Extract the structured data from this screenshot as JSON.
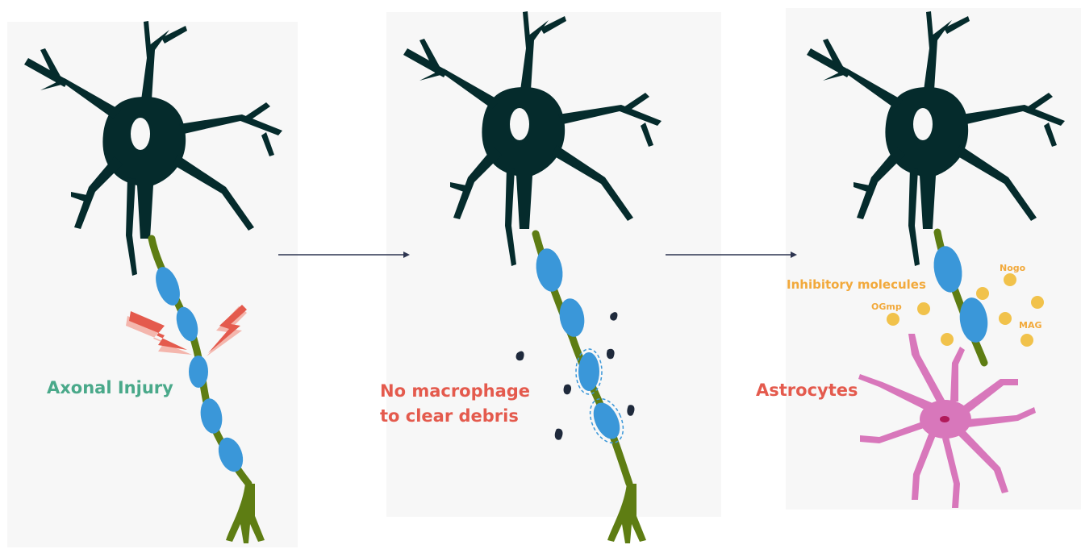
{
  "labels": {
    "axonal_injury": "Axonal Injury",
    "no_macrophage_line1": "No macrophage",
    "no_macrophage_line2": "to clear debris",
    "astrocytes": "Astrocytes",
    "inhibitory_molecules": "Inhibitory molecules",
    "nogo": "Nogo",
    "ogmp": "OGmp",
    "mag": "MAG"
  },
  "colors": {
    "neuron": "#052b2c",
    "myelin": "#3a97d9",
    "axon": "#5e7d13",
    "injury": "#e45a4d",
    "astrocyte": "#d877bb",
    "molecule": "#f1c24b",
    "debris": "#1f2a3c",
    "arrow": "#2d3550"
  }
}
